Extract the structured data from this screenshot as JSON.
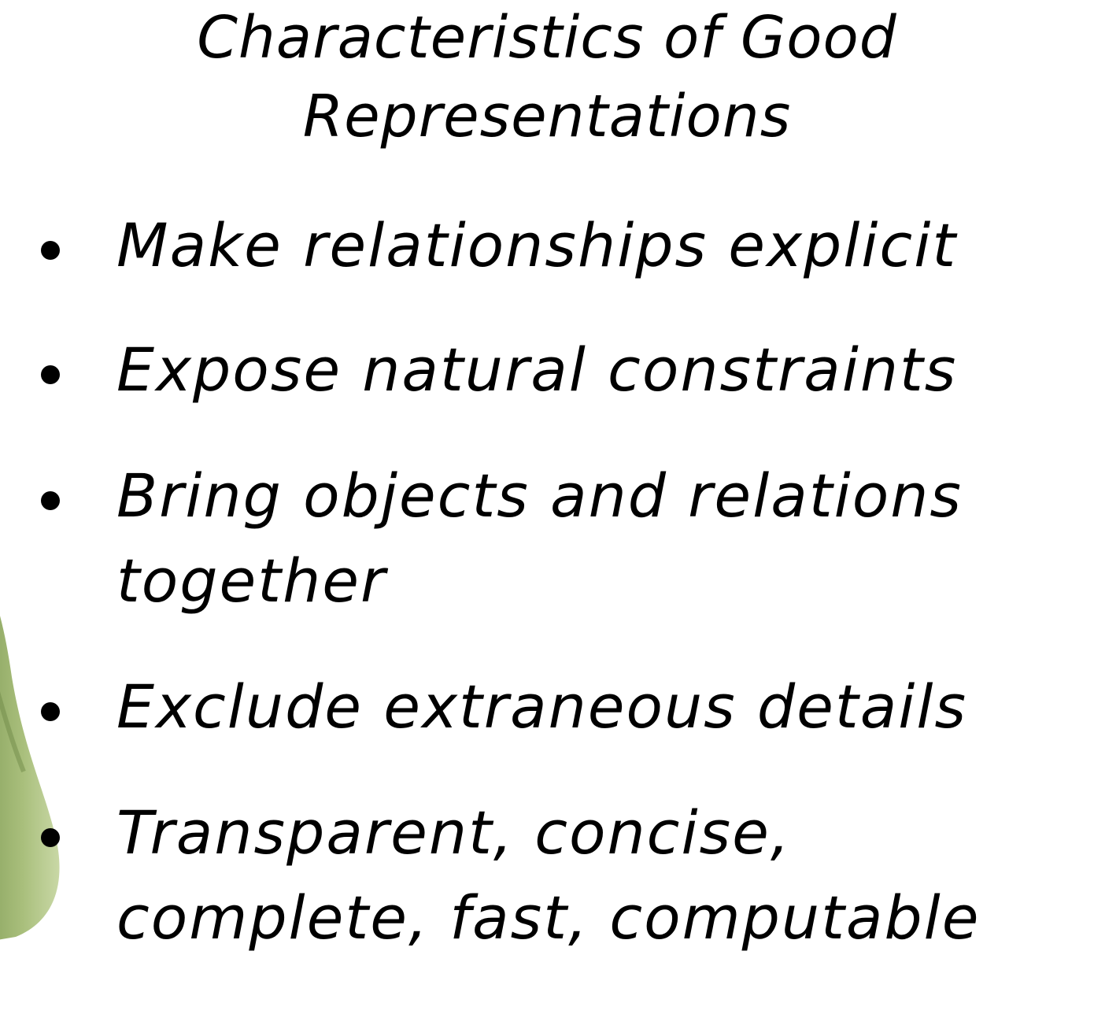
{
  "slide": {
    "title_lines": [
      "Characteristics of Good",
      "Representations"
    ],
    "bullets": [
      {
        "lines": [
          "Make relationships explicit"
        ]
      },
      {
        "lines": [
          "Expose natural constraints"
        ]
      },
      {
        "lines": [
          "Bring objects and relations",
          "together"
        ]
      },
      {
        "lines": [
          "Exclude extraneous details"
        ]
      },
      {
        "lines": [
          "Transparent, concise,",
          "complete, fast, computable"
        ]
      }
    ]
  },
  "colors": {
    "background": "#ffffff",
    "text": "#000000",
    "figure_green": "#9cb36a"
  }
}
